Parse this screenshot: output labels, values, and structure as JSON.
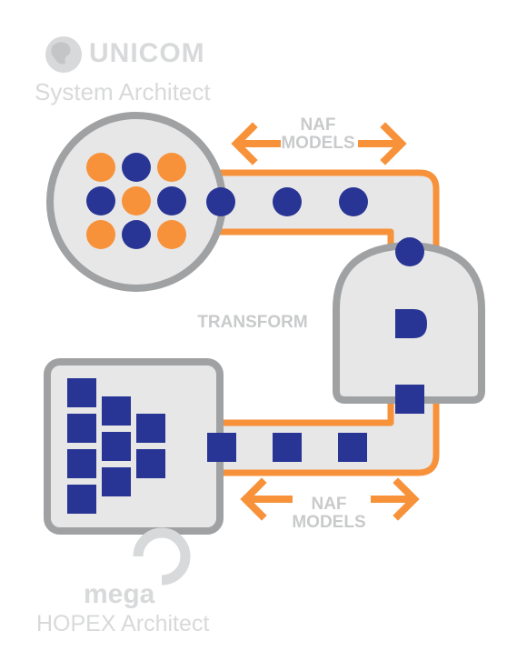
{
  "colors": {
    "orange": "#F7923A",
    "navy": "#283594",
    "gray_fill": "#E7E7E8",
    "gray_stroke": "#9FA1A3",
    "logo_text": "#D8D9DA",
    "label_text": "#C9CACB"
  },
  "logos": {
    "unicom": {
      "name": "UNICOM",
      "tagline": "System Architect",
      "icon": "globe-icon"
    },
    "mega": {
      "name": "mega",
      "tagline": "HOPEX Architect",
      "icon": "mega-swirl-icon"
    }
  },
  "labels": {
    "naf_top_line1": "NAF",
    "naf_top_line2": "MODELS",
    "transform": "TRANSFORM",
    "naf_bottom_line1": "NAF",
    "naf_bottom_line2": "MODELS"
  }
}
